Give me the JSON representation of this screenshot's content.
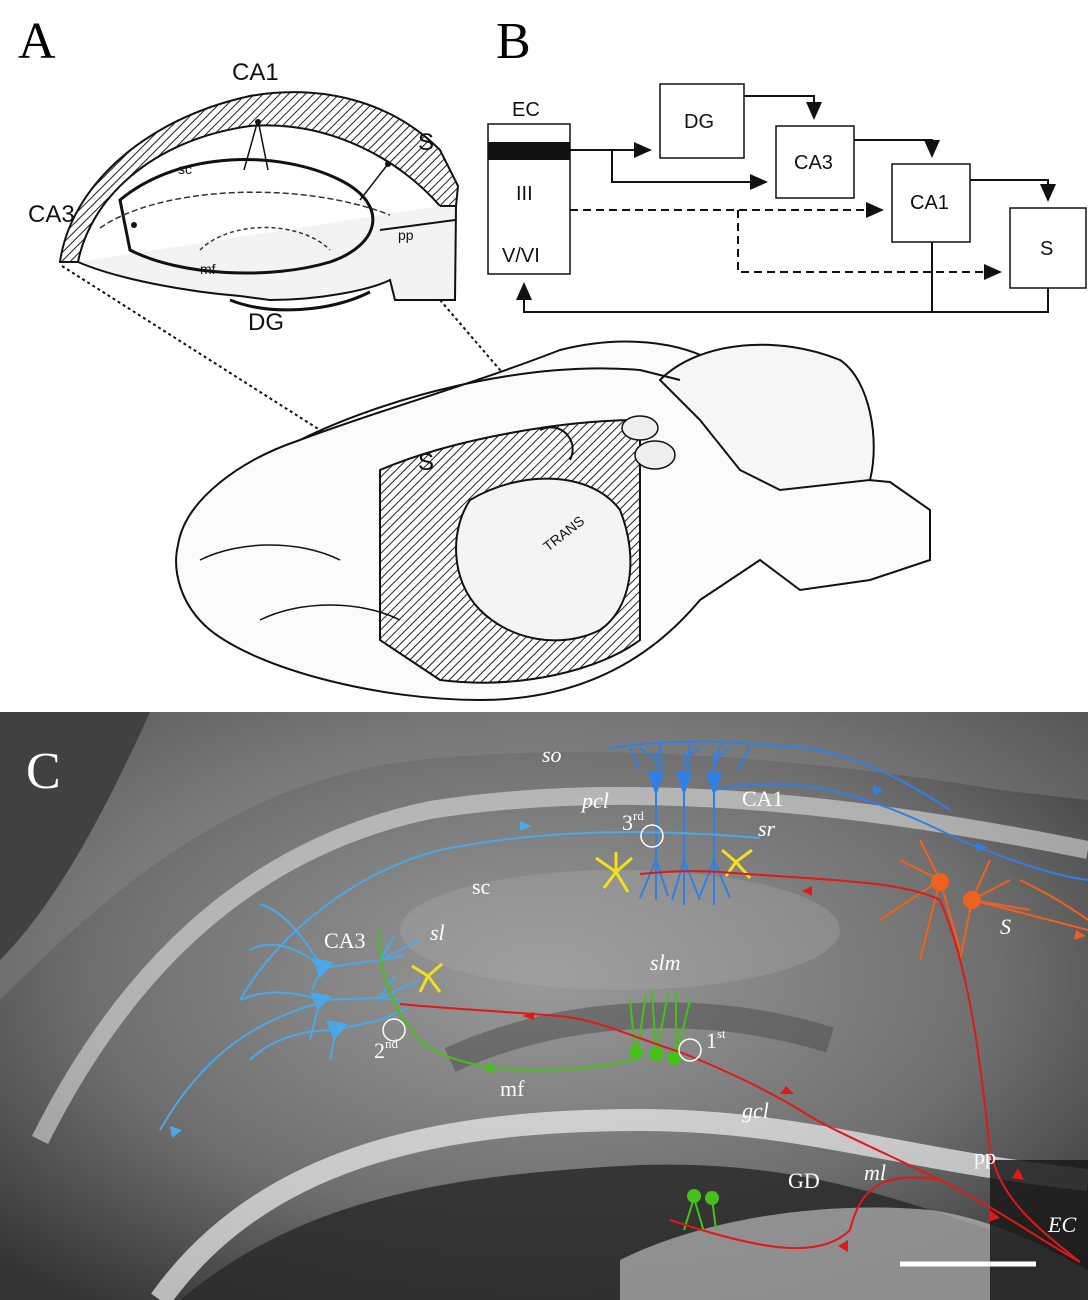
{
  "panels": {
    "a": "A",
    "b": "B",
    "c": "C"
  },
  "panel_a": {
    "labels": {
      "ca1": "CA1",
      "ca3": "CA3",
      "s": "S",
      "sc": "sc",
      "mf": "mf",
      "pp": "pp",
      "dg": "DG",
      "brain_s": "S",
      "trans": "TRANS"
    }
  },
  "panel_b": {
    "ec_label": "EC",
    "ec_layers": {
      "iii": "III",
      "vvi": "V/VI"
    },
    "boxes": {
      "dg": "DG",
      "ca3": "CA3",
      "ca1": "CA1",
      "s": "S"
    }
  },
  "panel_c": {
    "layers": {
      "so": "so",
      "pcl": "pcl",
      "sr": "sr",
      "slm": "slm",
      "sl": "sl",
      "gcl": "gcl",
      "ml": "ml"
    },
    "regions": {
      "ca1": "CA1",
      "ca3": "CA3",
      "s": "S",
      "gd": "GD",
      "ec": "EC",
      "sc": "sc",
      "mf": "mf",
      "pp": "pp"
    },
    "synapses": {
      "first": {
        "num": "1",
        "suffix": "st"
      },
      "second": {
        "num": "2",
        "suffix": "nd"
      },
      "third": {
        "num": "3",
        "suffix": "rd"
      }
    }
  },
  "colors": {
    "ca1_neurons": "#2f80e6",
    "ca3_neurons": "#4aa8e8",
    "subiculum": "#f0601e",
    "dentate": "#44c21a",
    "interneurons": "#f2e11a",
    "perforant_path": "#e01818"
  }
}
